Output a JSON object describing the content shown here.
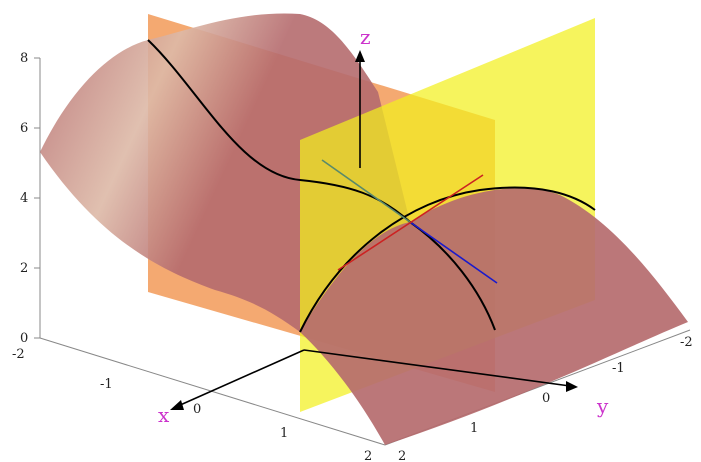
{
  "axes": {
    "z_label": "z",
    "x_label": "x",
    "y_label": "y",
    "label_color": "#cc33cc",
    "z_ticks": [
      "0",
      "2",
      "4",
      "6",
      "8"
    ],
    "x_ticks": [
      "-2",
      "-1",
      "0",
      "1",
      "2"
    ],
    "y_ticks": [
      "2",
      "1",
      "0",
      "-1",
      "-2"
    ]
  },
  "colors": {
    "surface": "#b56b6e",
    "surface_light": "#ddb9a7",
    "plane_xz": "#f0883a",
    "plane_yz": "#f2f01e",
    "trace_curve": "#000000",
    "tangent_blue": "#1a1acc",
    "tangent_red": "#cc2222",
    "tangent_green": "#5a8a6a",
    "box_lines": "#888888"
  }
}
